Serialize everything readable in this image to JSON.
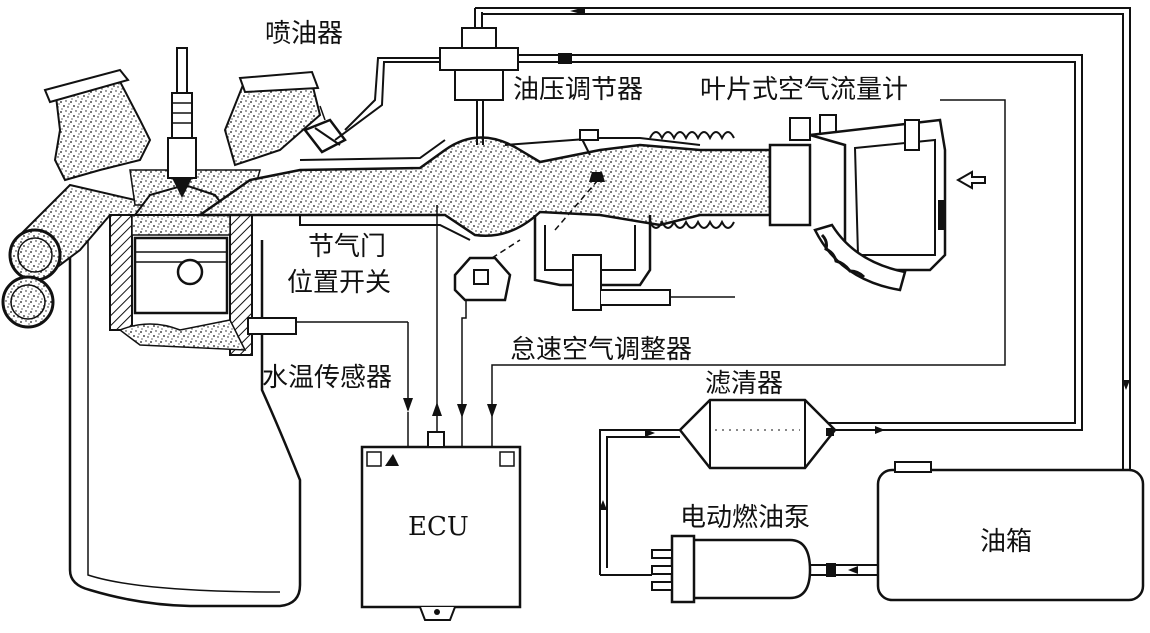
{
  "labels": {
    "injector": "喷油器",
    "fuel_pressure_regulator": "油压调节器",
    "vane_air_flow_meter": "叶片式空气流量计",
    "throttle_position_switch_line1": "节气门",
    "throttle_position_switch_line2": "位置开关",
    "idle_air_control_valve": "怠速空气调整器",
    "coolant_temp_sensor": "水温传感器",
    "fuel_filter": "滤清器",
    "ecu": "ECU",
    "electric_fuel_pump": "电动燃油泵",
    "fuel_tank": "油箱"
  },
  "colors": {
    "line": "#111111",
    "background": "#ffffff"
  }
}
